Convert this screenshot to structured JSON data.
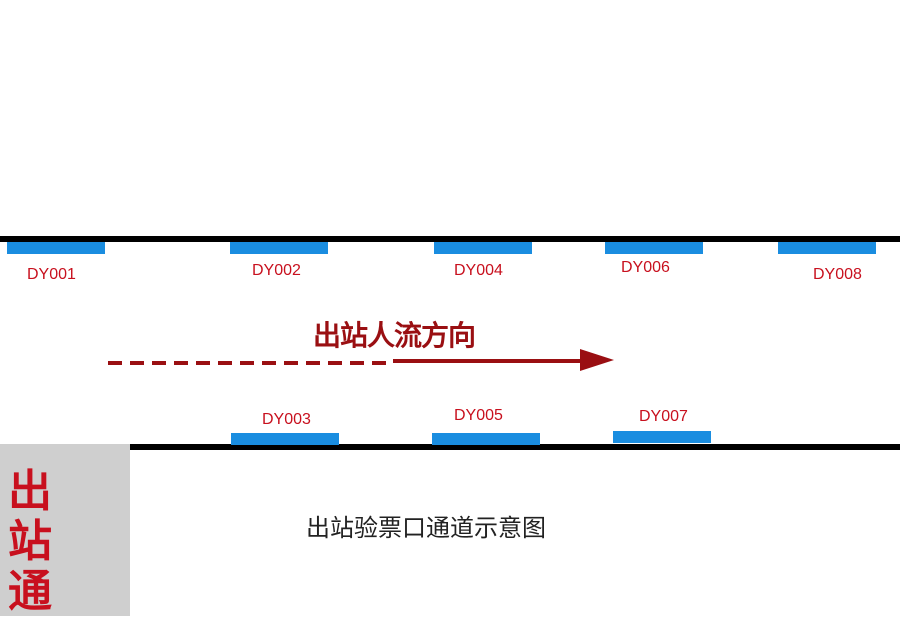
{
  "gates_top": [
    {
      "id": "DY001"
    },
    {
      "id": "DY002"
    },
    {
      "id": "DY004"
    },
    {
      "id": "DY006"
    },
    {
      "id": "DY008"
    }
  ],
  "gates_bottom": [
    {
      "id": "DY003"
    },
    {
      "id": "DY005"
    },
    {
      "id": "DY007"
    }
  ],
  "flow_label": "出站人流方向",
  "side_label": [
    "出",
    "站",
    "通"
  ],
  "caption": "出站验票口通道示意图",
  "colors": {
    "wall": "#000000",
    "gate": "#1a8de0",
    "label": "#c8101e",
    "arrow": "#9a0f12",
    "side_box": "#cfcfcf"
  }
}
